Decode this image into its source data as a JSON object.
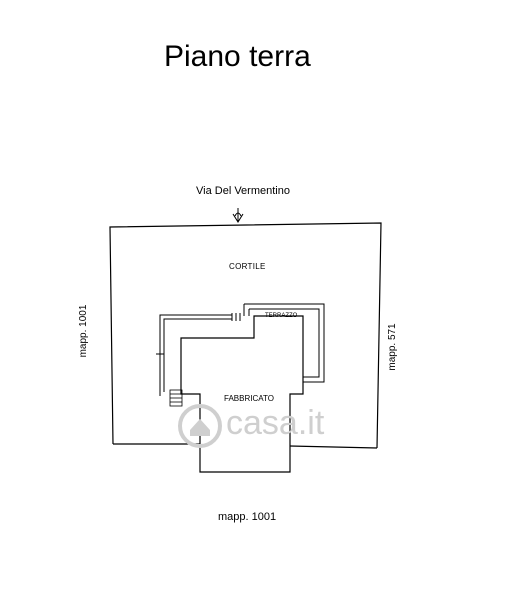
{
  "title": "Piano terra",
  "street": "Via Del Vermentino",
  "rooms": {
    "courtyard": "CORTILE",
    "terrace": "TERRAZZO",
    "building": "FABBRICATO"
  },
  "parcels": {
    "left": "mapp. 1001",
    "right": "mapp. 571",
    "bottom": "mapp. 1001"
  },
  "watermark": {
    "text": "casa.it",
    "color": "#cfcfcf"
  },
  "colors": {
    "line": "#000000",
    "background": "#ffffff"
  }
}
